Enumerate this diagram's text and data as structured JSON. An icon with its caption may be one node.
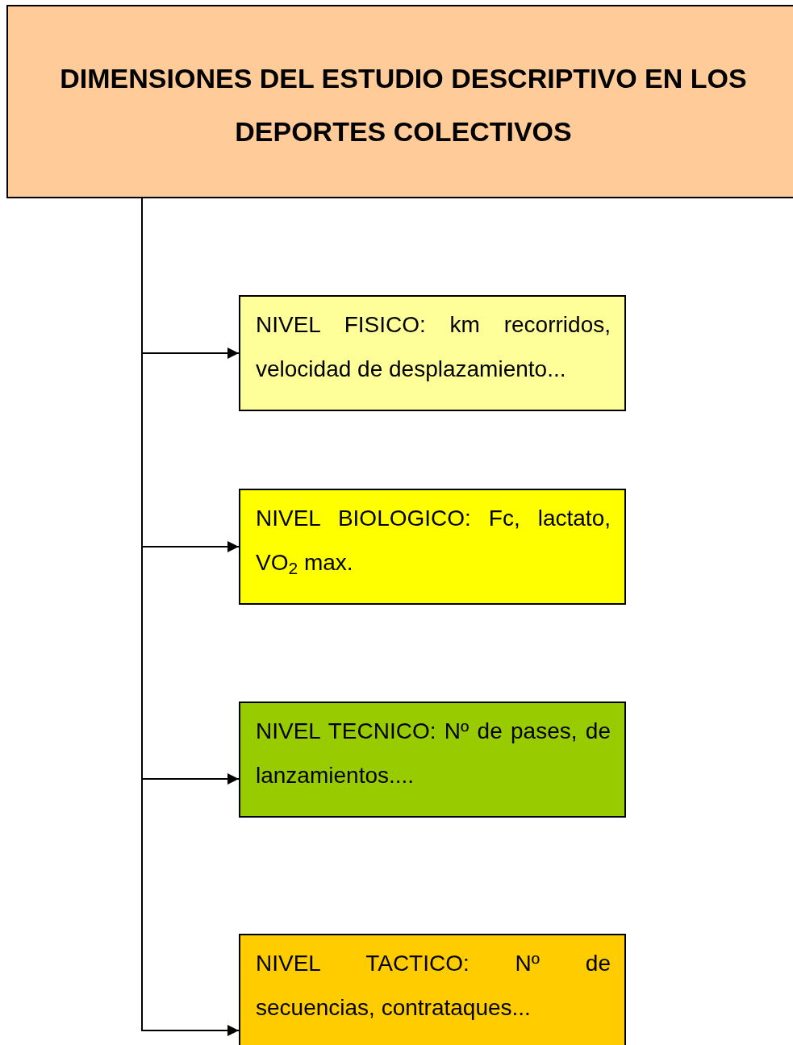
{
  "diagram": {
    "nodes": [
      {
        "text": [
          "DIMENSIONES DEL ESTUDIO DESCRIPTIVO EN LOS DEPORTES COLECTIVOS"
        ]
      },
      {
        "text": [
          "NIVEL FISICO: km recorridos, velocidad de desplazamiento..."
        ]
      },
      {
        "text": [
          "NIVEL BIOLOGICO: Fc, lactato, VO$_{2}$ max."
        ]
      },
      {
        "text": [
          "NIVEL TECNICO: Nº de pases, de lanzamientos...."
        ]
      },
      {
        "text": [
          "NIVEL TACTICO: Nº de secuencias, contrataques..."
        ]
      }
    ],
    "edges": [
      {
        "from": 0,
        "to": 1,
        "arrow": "to"
      },
      {
        "from": 0,
        "to": 2,
        "arrow": "to"
      },
      {
        "from": 0,
        "to": 3,
        "arrow": "to"
      },
      {
        "from": 0,
        "to": 4,
        "arrow": "to"
      }
    ]
  }
}
